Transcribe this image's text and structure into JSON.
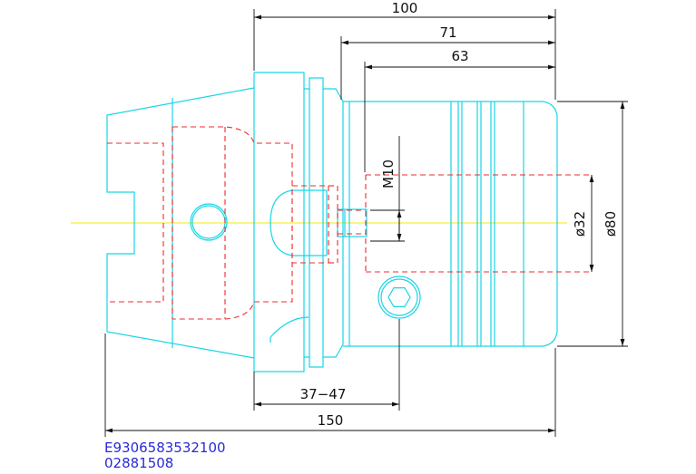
{
  "dimensions": {
    "overall_top": "100",
    "length_71": "71",
    "length_63": "63",
    "thread": "M10",
    "bore_diameter": "ø32",
    "outer_diameter": "ø80",
    "adjust_range": "37−47",
    "overall_bottom": "150"
  },
  "codes": {
    "line1": "E9306583532100",
    "line2": "02881508"
  },
  "colors": {
    "outline": "#17d6e6",
    "hidden_lines": "#ee2c2c",
    "dimension_lines": "#111111",
    "center_axis": "#f2ef3a",
    "code_text": "#2a2ad6"
  }
}
